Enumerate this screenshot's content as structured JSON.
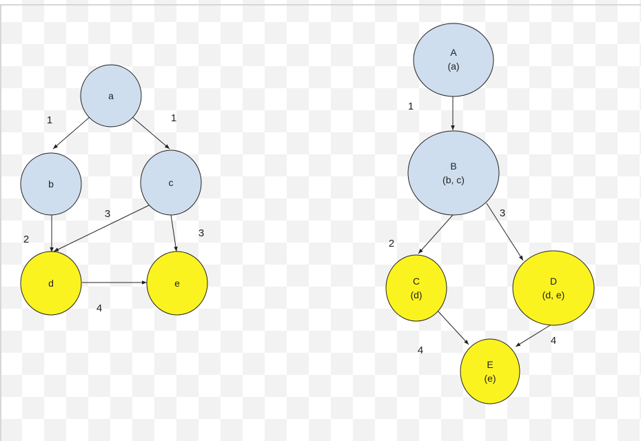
{
  "colors": {
    "blue_node": "#cfdeee",
    "yellow_node": "#fbf320",
    "stroke": "#222222"
  },
  "left_graph": {
    "nodes": {
      "a": {
        "label": "a",
        "color": "blue"
      },
      "b": {
        "label": "b",
        "color": "blue"
      },
      "c": {
        "label": "c",
        "color": "blue"
      },
      "d": {
        "label": "d",
        "color": "yellow"
      },
      "e": {
        "label": "e",
        "color": "yellow"
      }
    },
    "edges": [
      {
        "from": "a",
        "to": "b",
        "weight": "1"
      },
      {
        "from": "a",
        "to": "c",
        "weight": "1"
      },
      {
        "from": "b",
        "to": "d",
        "weight": "2"
      },
      {
        "from": "c",
        "to": "d",
        "weight": "3"
      },
      {
        "from": "c",
        "to": "e",
        "weight": "3"
      },
      {
        "from": "d",
        "to": "e",
        "weight": "4"
      }
    ]
  },
  "right_graph": {
    "nodes": {
      "A": {
        "label": "A",
        "sub": "(a)",
        "color": "blue"
      },
      "B": {
        "label": "B",
        "sub": "(b, c)",
        "color": "blue"
      },
      "C": {
        "label": "C",
        "sub": "(d)",
        "color": "yellow"
      },
      "D": {
        "label": "D",
        "sub": "(d, e)",
        "color": "yellow"
      },
      "E": {
        "label": "E",
        "sub": "(e)",
        "color": "yellow"
      }
    },
    "edges": [
      {
        "from": "A",
        "to": "B",
        "weight": "1"
      },
      {
        "from": "B",
        "to": "C",
        "weight": "2"
      },
      {
        "from": "B",
        "to": "D",
        "weight": "3"
      },
      {
        "from": "C",
        "to": "E",
        "weight": "4"
      },
      {
        "from": "D",
        "to": "E",
        "weight": "4"
      }
    ]
  }
}
